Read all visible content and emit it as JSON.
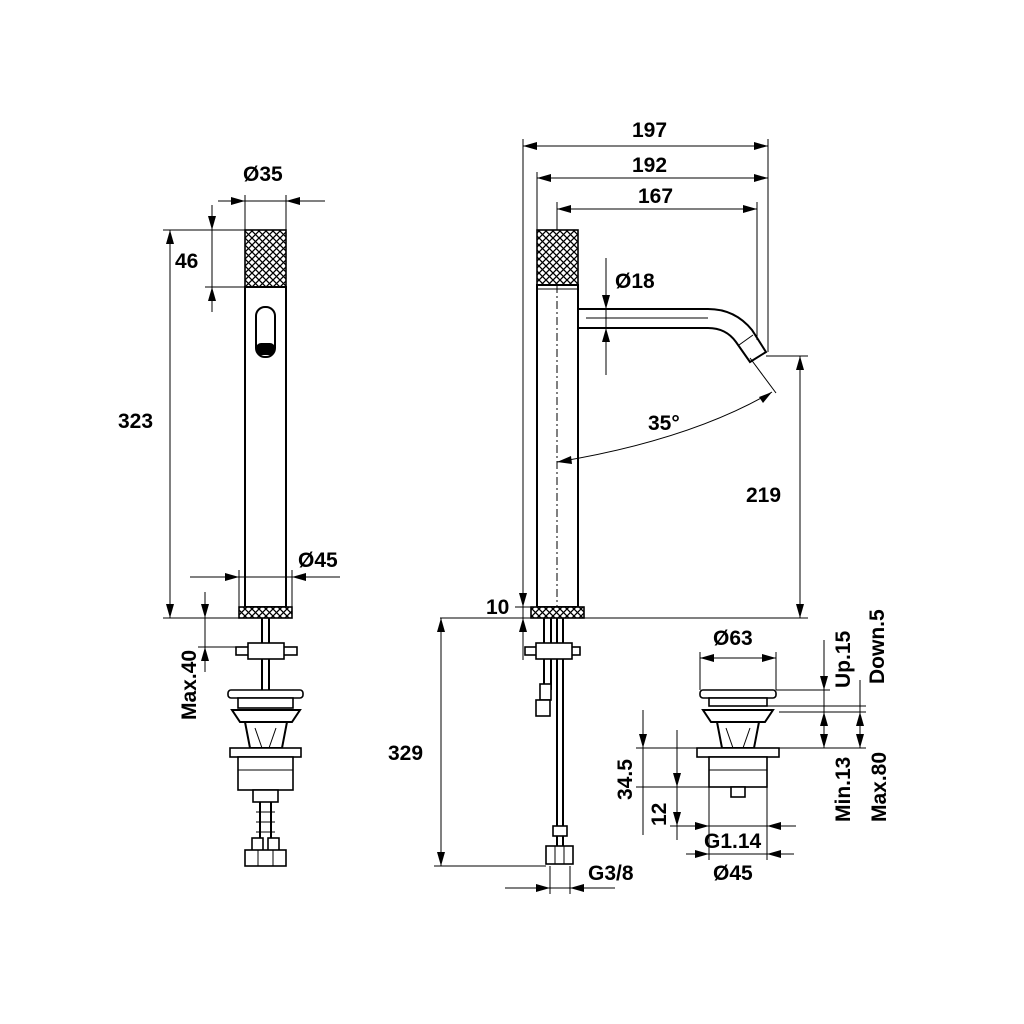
{
  "dimensions": {
    "front_cap_diameter": "Ø35",
    "front_handle_height": "46",
    "front_total_height": "323",
    "front_base_diameter": "Ø45",
    "front_max_deck": "Max.40",
    "side_width_total": "197",
    "side_width_mid": "192",
    "side_width_spout": "167",
    "spout_diameter": "Ø18",
    "spout_angle": "35°",
    "spout_clearance": "219",
    "base_ring": "10",
    "hose_length": "329",
    "hose_thread": "G3/8",
    "waste_cap_diameter": "Ø63",
    "waste_up": "Up.15",
    "waste_down": "Down.5",
    "waste_dim_34_5": "34.5",
    "waste_dim_12": "12",
    "waste_min": "Min.13",
    "waste_max": "Max.80",
    "waste_thread": "G1.14",
    "waste_body_diameter": "Ø45"
  }
}
